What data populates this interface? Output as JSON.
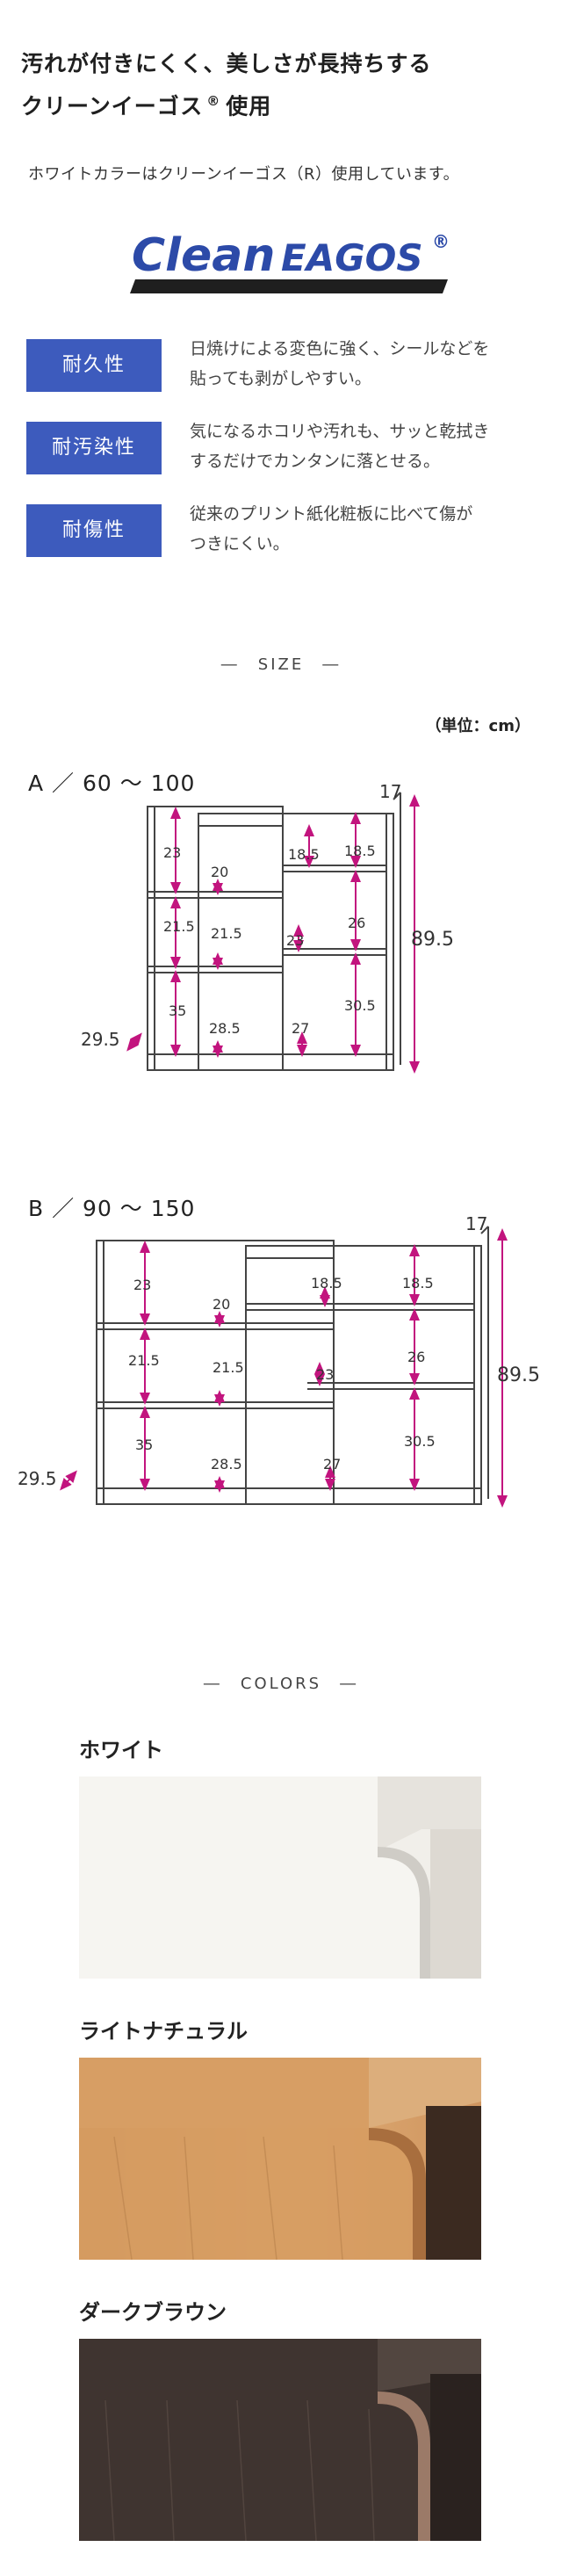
{
  "heading": {
    "line1": "汚れが付きにくく、美しさが長持ちする",
    "line2_a": "クリーンイーゴス",
    "line2_reg": "®",
    "line2_b": "使用"
  },
  "note": "ホワイトカラーはクリーンイーゴス（R）使用しています。",
  "logo": {
    "text_a": "Clean",
    "text_b": "EAGOS",
    "reg": "®",
    "color": "#2c4aa8"
  },
  "features": [
    {
      "label": "耐久性",
      "desc1": "日焼けによる変色に強く、シールなどを",
      "desc2": "貼っても剥がしやすい。"
    },
    {
      "label": "耐汚染性",
      "desc1": "気になるホコリや汚れも、サッと乾拭き",
      "desc2": "するだけでカンタンに落とせる。"
    },
    {
      "label": "耐傷性",
      "desc1": "従来のプリント紙化粧板に比べて傷が",
      "desc2": "つきにくい。"
    }
  ],
  "size_heading": "―　SIZE　―",
  "unit": "（単位：cm）",
  "diagram_a": {
    "label": "A ／ 60 ～ 100",
    "dims": {
      "top_left": "23",
      "mid_shelf": "20",
      "top_right_a": "18.5",
      "top_right_b": "18.5",
      "depth": "17",
      "height": "89.5",
      "mid_left": "21.5",
      "mid_center": "21.5",
      "mid_small": "23",
      "mid_right": "26",
      "bot_left": "35",
      "bot_center": "28.5",
      "bot_right_shelf": "27",
      "bot_right": "30.5",
      "side_depth": "29.5"
    }
  },
  "diagram_b": {
    "label": "B ／ 90 ～ 150",
    "dims": {
      "top_left": "23",
      "mid_shelf": "20",
      "top_right_a": "18.5",
      "top_right_b": "18.5",
      "depth": "17",
      "height": "89.5",
      "mid_left": "21.5",
      "mid_center": "21.5",
      "mid_small": "23",
      "mid_right": "26",
      "bot_left": "35",
      "bot_center": "28.5",
      "bot_right_shelf": "27",
      "bot_right": "30.5",
      "side_depth": "29.5"
    }
  },
  "colors_heading": "―　COLORS　―",
  "colors": [
    {
      "name": "ホワイト",
      "hex": "#f3f1ec"
    },
    {
      "name": "ライトナチュラル",
      "hex": "#d9a46a"
    },
    {
      "name": "ダークブラウン",
      "hex": "#3a2f2b"
    }
  ],
  "accent": "#c2147e"
}
